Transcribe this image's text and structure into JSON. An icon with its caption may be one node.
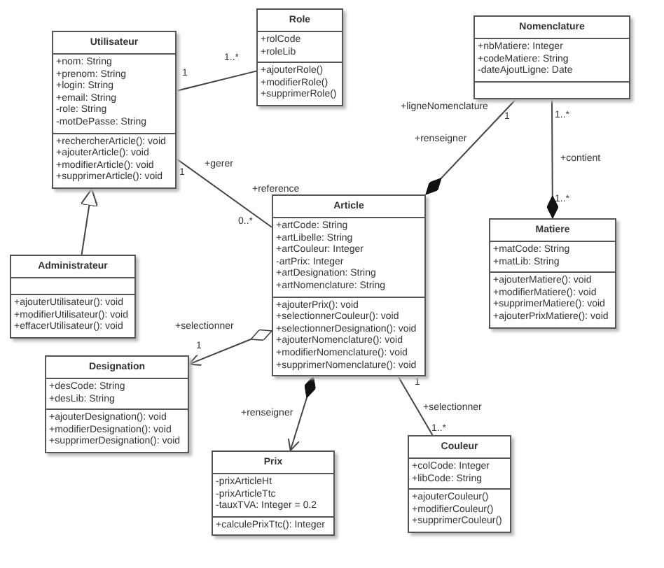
{
  "diagram": {
    "nodes": [
      {
        "text": [
          "Utilisateur",
          "+nom: String",
          "+prenom: String",
          "+login: String",
          "+email: String",
          "-role: String",
          "-motDePasse: String",
          "+rechercherArticle(): void",
          "+ajouterArticle(): void",
          "+modifierArticle(): void",
          "+supprimerArticle(): void"
        ]
      },
      {
        "text": [
          "Role",
          "+rolCode",
          "+roleLib",
          "+ajouterRole()",
          "+modifierRole()",
          "+supprimerRole()"
        ]
      },
      {
        "text": [
          "Nomenclature",
          "+nbMatiere: Integer",
          "+codeMatiere: String",
          "-dateAjoutLigne: Date"
        ]
      },
      {
        "text": [
          "Article",
          "+artCode: String",
          "+artLibelle: String",
          "+artCouleur: Integer",
          "-artPrix: Integer",
          "+artDesignation: String",
          "+artNomenclature: String",
          "+ajouterPrix(): void",
          "+selectionnerCouleur(): void",
          "+selectionnerDesignation(): void",
          "+ajouterNomenclature(): void",
          "+modifierNomenclature(): void",
          "+supprimerNomenclature(): void"
        ]
      },
      {
        "text": [
          "Matiere",
          "+matCode: String",
          "+matLib: String",
          "+ajouterMatiere(): void",
          "+modifierMatiere(): void",
          "+supprimerMatiere(): void",
          "+ajouterPrixMatiere(): void"
        ]
      },
      {
        "text": [
          "Administrateur",
          "+ajouterUtilisateur(): void",
          "+modifierUtilisateur(): void",
          "+effacerUtilisateur(): void"
        ]
      },
      {
        "text": [
          "Designation",
          "+desCode: String",
          "+desLib: String",
          "+ajouterDesignation(): void",
          "+modifierDesignation(): void",
          "+supprimerDesignation(): void"
        ]
      },
      {
        "text": [
          "Prix",
          "-prixArticleHt",
          "-prixArticleTtc",
          "-tauxTVA: Integer = 0.2",
          "+calculePrixTtc(): Integer"
        ]
      },
      {
        "text": [
          "Couleur",
          "+colCode: Integer",
          "+libCode: String",
          "+ajouterCouleur()",
          "+modifierCouleur()",
          "+supprimerCouleur()"
        ]
      }
    ],
    "edges": [
      {
        "from": 0,
        "to": 1,
        "arrow": "none"
      },
      {
        "from": 0,
        "to": 3,
        "arrow": "none",
        "label": "+gerer"
      },
      {
        "from": 5,
        "to": 0,
        "arrow": "to"
      },
      {
        "from": 3,
        "to": 2,
        "arrow": "other",
        "label": "+renseigner"
      },
      {
        "from": 4,
        "to": 2,
        "arrow": "other",
        "label": "+contient"
      },
      {
        "from": 3,
        "to": 6,
        "arrow": "to",
        "label": "+selectionner"
      },
      {
        "from": 3,
        "to": 7,
        "arrow": "to",
        "label": "+renseigner"
      },
      {
        "from": 3,
        "to": 8,
        "arrow": "none",
        "label": "+selectionner"
      }
    ],
    "labels": [
      "1",
      "1..*",
      "1",
      "0..*",
      "+reference",
      "+ligneNomenclature",
      "1",
      "1..*",
      "1..*",
      "1",
      "1",
      "1..*"
    ]
  }
}
